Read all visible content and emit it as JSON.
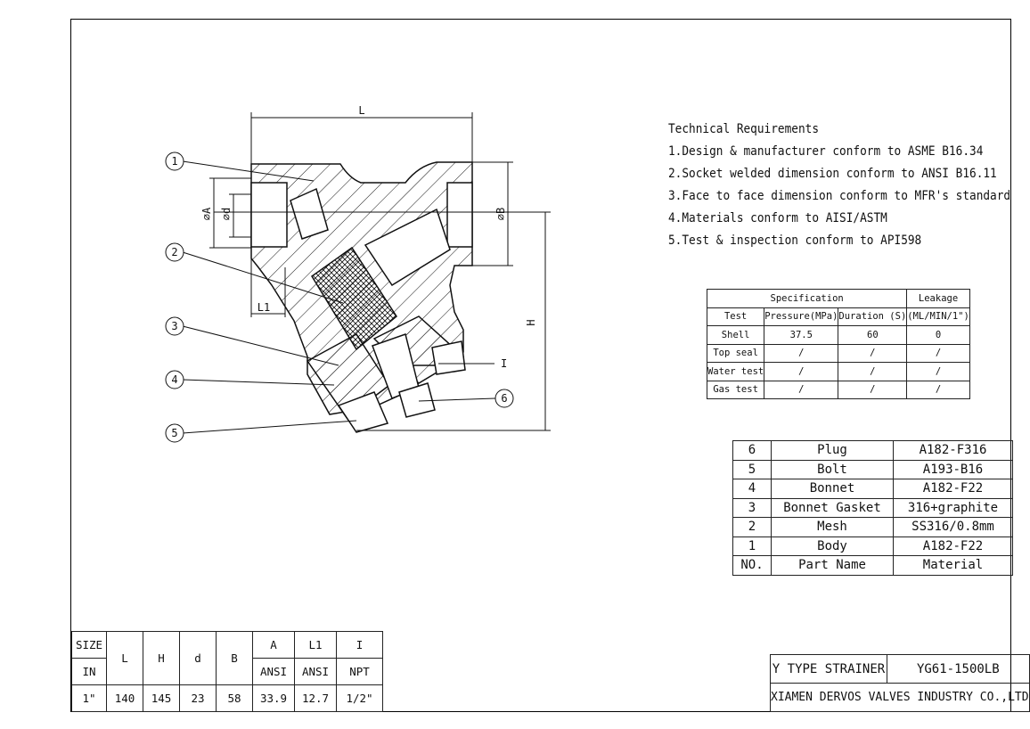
{
  "tech": {
    "heading": "Technical Requirements",
    "items": [
      "1.Design & manufacturer conform to ASME B16.34",
      "2.Socket welded dimension conform to ANSI  B16.11",
      "3.Face to face dimension conform to MFR's standard",
      "4.Materials conform to AISI/ASTM",
      "5.Test & inspection conform to API598"
    ]
  },
  "spec": {
    "header1": [
      "Specification",
      "Leakage"
    ],
    "header2": [
      "Test",
      "Pressure(MPa)",
      "Duration (S)",
      "(ML/MIN/1\")"
    ],
    "rows": [
      [
        "Shell",
        "37.5",
        "60",
        "0"
      ],
      [
        "Top seal",
        "/",
        "/",
        "/"
      ],
      [
        "Water test",
        "/",
        "/",
        "/"
      ],
      [
        "Gas test",
        "/",
        "/",
        "/"
      ]
    ]
  },
  "parts": {
    "rows": [
      [
        "6",
        "Plug",
        "A182-F316"
      ],
      [
        "5",
        "Bolt",
        "A193-B16"
      ],
      [
        "4",
        "Bonnet",
        "A182-F22"
      ],
      [
        "3",
        "Bonnet Gasket",
        "316+graphite"
      ],
      [
        "2",
        "Mesh",
        "SS316/0.8mm"
      ],
      [
        "1",
        "Body",
        "A182-F22"
      ]
    ],
    "header": [
      "NO.",
      "Part Name",
      "Material"
    ]
  },
  "dims": {
    "size_label": "SIZE",
    "in_label": "IN",
    "cols": [
      "L",
      "H",
      "d",
      "B"
    ],
    "a_label": "A",
    "a_sub": "ANSI",
    "l1_label": "L1",
    "l1_sub": "ANSI",
    "i_label": "I",
    "i_sub": "NPT",
    "values": [
      "1\"",
      "140",
      "145",
      "23",
      "58",
      "33.9",
      "12.7",
      "1/2\""
    ]
  },
  "title": {
    "name": "Y TYPE STRAINER",
    "model": "YG61-1500LB",
    "company": "XIAMEN DERVOS VALVES INDUSTRY CO.,LTD"
  },
  "drawing": {
    "dim_L": "L",
    "dim_L1": "L1",
    "dim_H": "H",
    "dim_A": "⌀A",
    "dim_d": "⌀d",
    "dim_B": "⌀B",
    "dim_I": "I",
    "balloons": [
      "1",
      "2",
      "3",
      "4",
      "5",
      "6"
    ]
  }
}
